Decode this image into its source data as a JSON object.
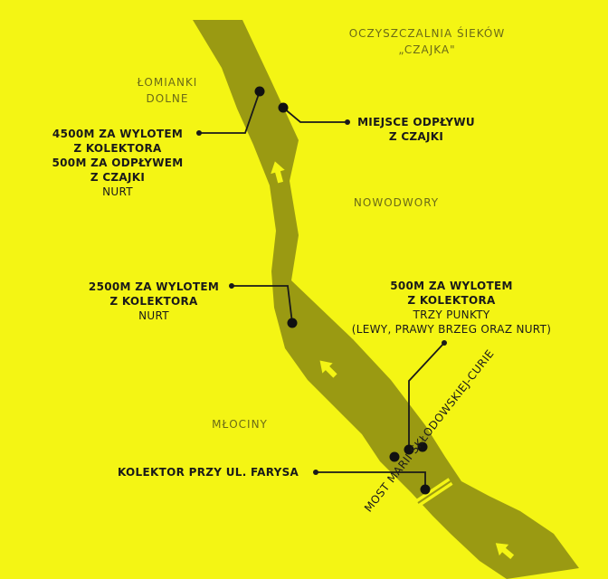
{
  "areas": {
    "czajka": [
      "OCZYSZCZALNIA ŚIEKÓW",
      "„CZAJKA\""
    ],
    "lomianki": [
      "ŁOMIANKI",
      "DOLNE"
    ],
    "nowodwory": "NOWODWORY",
    "mlociny": "MŁOCINY"
  },
  "labels": {
    "l4500": {
      "bold": [
        "4500M ZA WYLOTEM",
        "Z KOLEKTORA",
        "500M ZA ODPŁYWEM",
        "Z CZAJKI"
      ],
      "normal": [
        "NURT"
      ]
    },
    "odplyw": {
      "bold": [
        "MIEJSCE ODPŁYWU",
        "Z CZAJKI"
      ],
      "normal": []
    },
    "l2500": {
      "bold": [
        "2500M ZA WYLOTEM",
        "Z KOLEKTORA"
      ],
      "normal": [
        "NURT"
      ]
    },
    "l500": {
      "bold": [
        "500M ZA WYLOTEM",
        "Z KOLEKTORA"
      ],
      "normal": [
        "TRZY PUNKTY",
        "(LEWY, PRAWY BRZEG ORAZ NURT)"
      ]
    },
    "kolektor": {
      "bold": [
        "KOLEKTOR PRZY UL. FARYSA"
      ],
      "normal": []
    }
  },
  "bridge": "MOST MARII SKŁODOWSKIEJ-CURIE",
  "colors": {
    "background": "#f4f514",
    "river": "#9a9a12",
    "river_text": "#6b6b17",
    "arrow": "#f4f514",
    "ink": "#1a1a1a"
  },
  "icons": [
    "flow-arrow-icon",
    "sample-point-icon"
  ]
}
